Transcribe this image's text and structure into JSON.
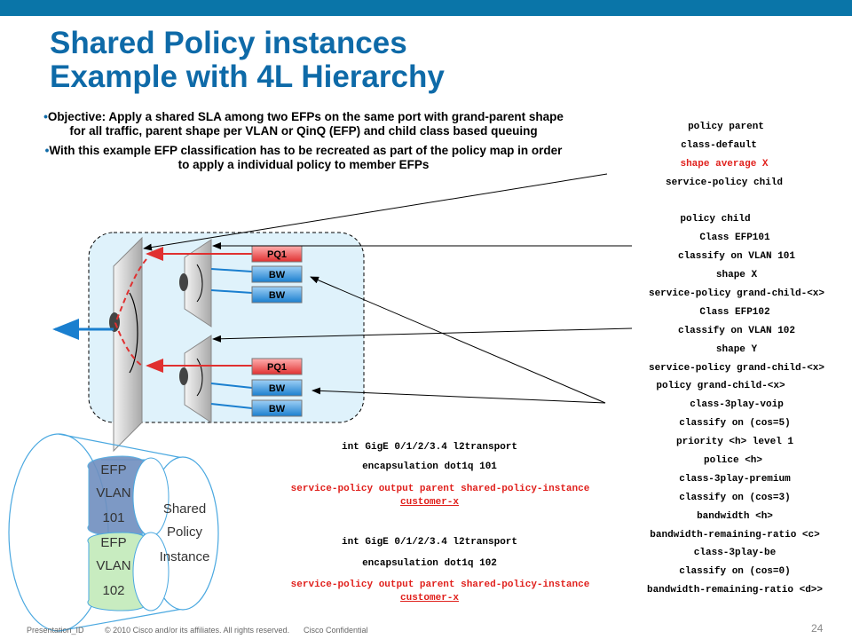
{
  "title": {
    "line1": "Shared Policy instances",
    "line2": "Example with 4L Hierarchy"
  },
  "bullets": [
    "Objective: Apply a shared SLA among two EFPs on the same port with grand-parent shape for all traffic, parent shape per VLAN or QinQ (EFP)  and child class based queuing",
    "With this example EFP classification has to be recreated as part of the policy map in order to apply a individual policy to member EFPs"
  ],
  "policy_config": [
    {
      "text": "policy parent",
      "color": "black"
    },
    {
      "text": "class-default",
      "color": "black"
    },
    {
      "text": "shape average X",
      "color": "red"
    },
    {
      "text": "service-policy child",
      "color": "black"
    },
    {
      "text": "policy child",
      "color": "black"
    },
    {
      "text": "Class EFP101",
      "color": "black"
    },
    {
      "text": "classify on VLAN 101",
      "color": "black"
    },
    {
      "text": "shape X",
      "color": "black"
    },
    {
      "text": "service-policy grand-child-<x>",
      "color": "black"
    },
    {
      "text": "Class EFP102",
      "color": "black"
    },
    {
      "text": "classify on VLAN 102",
      "color": "black"
    },
    {
      "text": "shape Y",
      "color": "black"
    },
    {
      "text": "service-policy grand-child-<x>",
      "color": "black"
    },
    {
      "text": "policy grand-child-<x>",
      "color": "black"
    },
    {
      "text": "class-3play-voip",
      "color": "black"
    },
    {
      "text": "classify on (cos=5)",
      "color": "black"
    },
    {
      "text": "priority <h> level 1",
      "color": "black"
    },
    {
      "text": "police <h>",
      "color": "black"
    },
    {
      "text": "class-3play-premium",
      "color": "black"
    },
    {
      "text": "classify on (cos=3)",
      "color": "black"
    },
    {
      "text": "bandwidth <h>",
      "color": "black"
    },
    {
      "text": "bandwidth-remaining-ratio <c>",
      "color": "black"
    },
    {
      "text": "class-3play-be",
      "color": "black"
    },
    {
      "text": "classify on (cos=0)",
      "color": "black"
    },
    {
      "text": "bandwidth-remaining-ratio <d>>",
      "color": "black"
    }
  ],
  "interface_config": {
    "if1": {
      "line1": "int GigE 0/1/2/3.4 l2transport",
      "line2": "encapsulation dot1q 101",
      "line3": "service-policy output parent shared-policy-instance",
      "line4": "customer-x"
    },
    "if2": {
      "line1": "int GigE 0/1/2/3.4 l2transport",
      "line2": "encapsulation dot1q 102",
      "line3": "service-policy output parent shared-policy-instance",
      "line4": "customer-x"
    }
  },
  "queues": {
    "upper": [
      "PQ1",
      "BW",
      "BW"
    ],
    "lower": [
      "PQ1",
      "BW",
      "BW"
    ]
  },
  "cylinder": {
    "efp1": [
      "EFP",
      "VLAN",
      "101"
    ],
    "efp2": [
      "EFP",
      "VLAN",
      "102"
    ],
    "shared": [
      "Shared",
      "Policy",
      "Instance"
    ]
  },
  "footer": {
    "left": "Presentation_ID",
    "copyright": "© 2010 Cisco and/or its affiliates. All rights reserved.",
    "confidential": "Cisco Confidential",
    "page": "24"
  },
  "colors": {
    "brand_blue": "#0e6aa8",
    "top_bar": "#0a75a8",
    "pq_red": "#e03030",
    "bw_blue": "#1a7fcf",
    "highlight_red": "#e0201c"
  }
}
